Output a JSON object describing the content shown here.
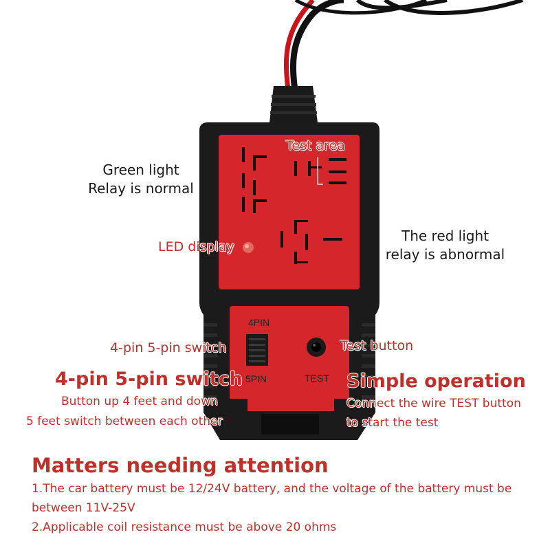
{
  "labels": {
    "test_area": "Test area",
    "green_light_line1": "Green light",
    "green_light_line2": "Relay is normal",
    "red_light_line1": "The red light",
    "red_light_line2": "relay is abnormal",
    "led_display": "LED display",
    "switch_small": "4-pin 5-pin switch",
    "test_button": "Test button"
  },
  "device": {
    "pin4": "4PIN",
    "pin5": "5PIN",
    "test": "TEST"
  },
  "switch_section": {
    "heading": "4-pin 5-pin switch",
    "line1": "Button up 4 feet and down",
    "line2": "5 feet switch between each other"
  },
  "operation_section": {
    "heading": "Simple operation",
    "line1": "Connect the wire TEST button",
    "line2": "to start the test"
  },
  "notes": {
    "heading": "Matters needing attention",
    "line1a": "1.The car battery must be 12/24V battery, and the voltage of the battery must be",
    "line1b": "between 11V-25V",
    "line2": "2.Applicable coil resistance must be above 20 ohms"
  },
  "colors": {
    "accent_red": "#c0302a",
    "panel_red": "#d4262b",
    "casing": "#1b1b1b"
  }
}
